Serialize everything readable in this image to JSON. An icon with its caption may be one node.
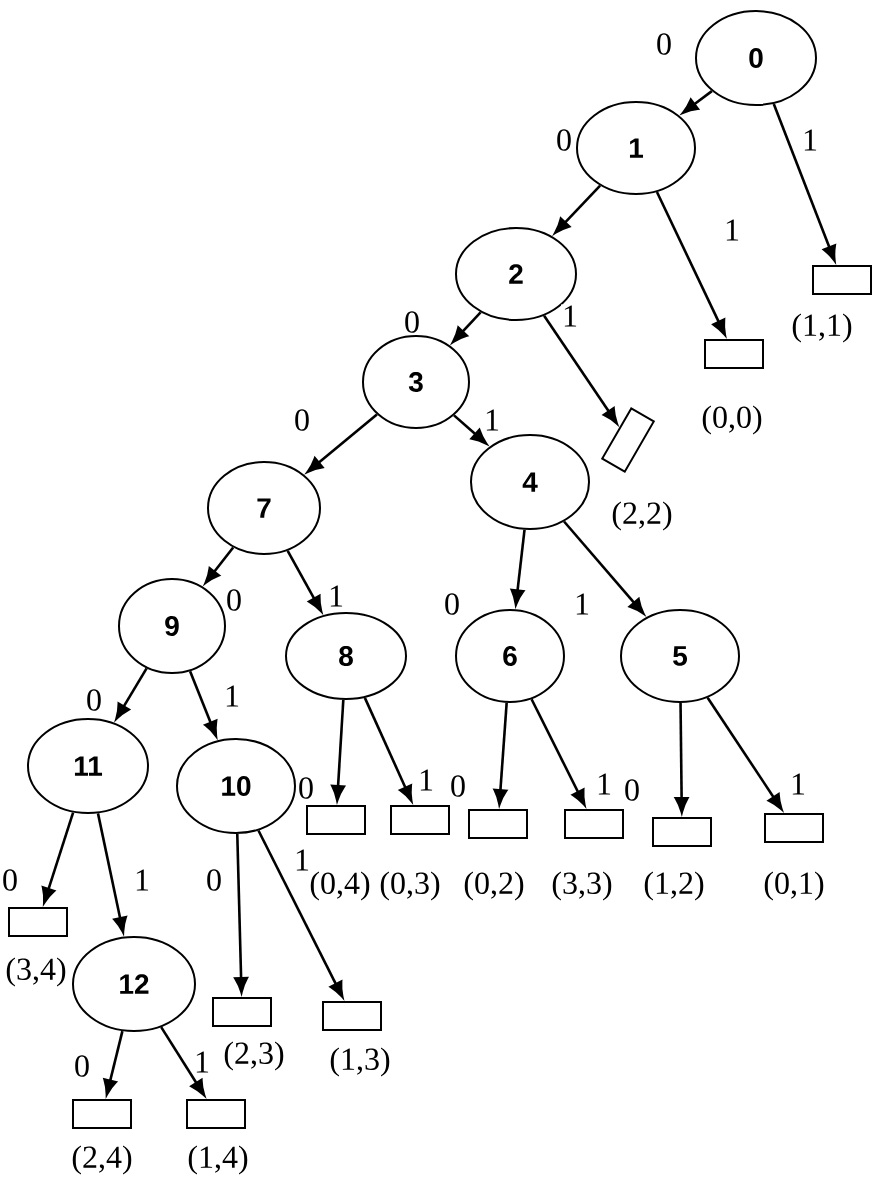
{
  "diagram": {
    "nodes": [
      {
        "text": [
          "0"
        ]
      },
      {
        "text": [
          "1"
        ]
      },
      {
        "text": [],
        "shape": "box",
        "beside": [
          "(1,1)"
        ]
      },
      {
        "text": [
          "2"
        ]
      },
      {
        "text": [],
        "shape": "box",
        "beside": [
          "(0,0)"
        ]
      },
      {
        "text": [
          "3"
        ]
      },
      {
        "text": [],
        "shape": "box",
        "beside": [
          "(2,2)"
        ]
      },
      {
        "text": [
          "7"
        ]
      },
      {
        "text": [
          "4"
        ]
      },
      {
        "text": [
          "9"
        ]
      },
      {
        "text": [
          "8"
        ]
      },
      {
        "text": [
          "6"
        ]
      },
      {
        "text": [
          "5"
        ]
      },
      {
        "text": [
          "11"
        ]
      },
      {
        "text": [
          "10"
        ]
      },
      {
        "text": [],
        "shape": "box",
        "beside": [
          "(0,4)"
        ]
      },
      {
        "text": [],
        "shape": "box",
        "beside": [
          "(0,3)"
        ]
      },
      {
        "text": [],
        "shape": "box",
        "beside": [
          "(0,2)"
        ]
      },
      {
        "text": [],
        "shape": "box",
        "beside": [
          "(3,3)"
        ]
      },
      {
        "text": [],
        "shape": "box",
        "beside": [
          "(1,2)"
        ]
      },
      {
        "text": [],
        "shape": "box",
        "beside": [
          "(0,1)"
        ]
      },
      {
        "text": [],
        "shape": "box",
        "beside": [
          "(3,4)"
        ]
      },
      {
        "text": [
          "12"
        ]
      },
      {
        "text": [],
        "shape": "box",
        "beside": [
          "(2,3)"
        ]
      },
      {
        "text": [],
        "shape": "box",
        "beside": [
          "(1,3)"
        ]
      },
      {
        "text": [],
        "shape": "box",
        "beside": [
          "(2,4)"
        ]
      },
      {
        "text": [],
        "shape": "box",
        "beside": [
          "(1,4)"
        ]
      }
    ],
    "edges": [
      {
        "from": 0,
        "to": 1,
        "arrow": "to",
        "label": "0"
      },
      {
        "from": 0,
        "to": 2,
        "arrow": "to",
        "label": "1"
      },
      {
        "from": 1,
        "to": 3,
        "arrow": "to",
        "label": "0"
      },
      {
        "from": 1,
        "to": 4,
        "arrow": "to",
        "label": "1"
      },
      {
        "from": 3,
        "to": 5,
        "arrow": "to",
        "label": "0"
      },
      {
        "from": 3,
        "to": 6,
        "arrow": "to",
        "label": "1"
      },
      {
        "from": 5,
        "to": 7,
        "arrow": "to",
        "label": "0"
      },
      {
        "from": 5,
        "to": 8,
        "arrow": "to",
        "label": "1"
      },
      {
        "from": 7,
        "to": 9,
        "arrow": "to",
        "label": "0"
      },
      {
        "from": 7,
        "to": 10,
        "arrow": "to",
        "label": "1"
      },
      {
        "from": 8,
        "to": 11,
        "arrow": "to",
        "label": "0"
      },
      {
        "from": 8,
        "to": 12,
        "arrow": "to",
        "label": "1"
      },
      {
        "from": 9,
        "to": 13,
        "arrow": "to",
        "label": "0"
      },
      {
        "from": 9,
        "to": 14,
        "arrow": "to",
        "label": "1"
      },
      {
        "from": 10,
        "to": 15,
        "arrow": "to",
        "label": "0"
      },
      {
        "from": 10,
        "to": 16,
        "arrow": "to",
        "label": "1"
      },
      {
        "from": 11,
        "to": 17,
        "arrow": "to",
        "label": "0"
      },
      {
        "from": 11,
        "to": 18,
        "arrow": "to",
        "label": "1"
      },
      {
        "from": 12,
        "to": 19,
        "arrow": "to",
        "label": "0"
      },
      {
        "from": 12,
        "to": 20,
        "arrow": "to",
        "label": "1"
      },
      {
        "from": 13,
        "to": 21,
        "arrow": "to",
        "label": "0"
      },
      {
        "from": 13,
        "to": 22,
        "arrow": "to",
        "label": "1"
      },
      {
        "from": 14,
        "to": 23,
        "arrow": "to",
        "label": "0"
      },
      {
        "from": 14,
        "to": 24,
        "arrow": "to",
        "label": "1"
      },
      {
        "from": 22,
        "to": 25,
        "arrow": "to",
        "label": "0"
      },
      {
        "from": 22,
        "to": 26,
        "arrow": "to",
        "label": "1"
      }
    ]
  }
}
